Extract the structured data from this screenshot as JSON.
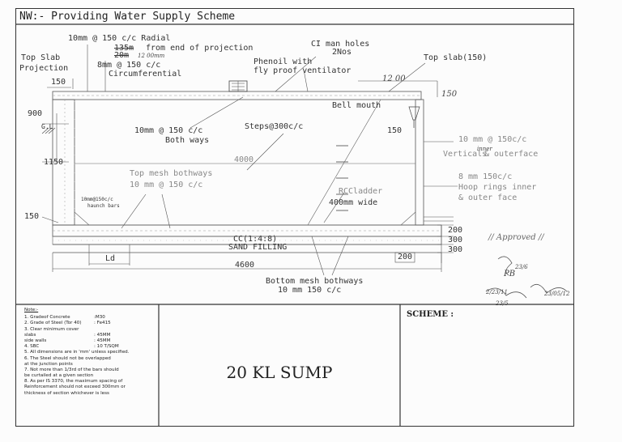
{
  "title": "NW:- Providing Water Supply Scheme",
  "labels": {
    "radial": "10mm @ 150 c/c Radial",
    "from_end": "from end of projection",
    "strike1": "135m",
    "strike2": "20m",
    "hand_12": "12 00mm",
    "circ1": "8mm @ 150 c/c",
    "circ2": "Circumferential",
    "top_slab_proj1": "Top Slab",
    "top_slab_proj2": "Projection",
    "dim150_top": "150",
    "ci_manholes1": "CI man holes",
    "ci_manholes2": "2Nos",
    "phenoil1": "Phenoil with",
    "phenoil2": "fly proof ventilator",
    "top_slab150": "Top slab(150)",
    "dim_1200": "12 00",
    "dim_150_right": "150",
    "bellmouth": "Bell mouth",
    "dim900": "900",
    "gl": "G.L",
    "bothways_label1": "10mm @ 150 c/c",
    "bothways_label2": "Both ways",
    "steps": "Steps@300c/c",
    "dim150_inner": "150",
    "vert1": "10 mm @ 150c/c",
    "vert2": "Verticals",
    "vert_hand": "inner",
    "vert3": "& outerface",
    "dim4000": "4000",
    "dim1150": "1150",
    "topmesh1": "Top mesh bothways",
    "topmesh2": "10 mm @ 150 c/c",
    "hoop1": "8 mm 150c/c",
    "hoop2": "Hoop rings inner",
    "hoop3": "& outer face",
    "rccladder1": "RCCladder",
    "rccladder2": "400mm wide",
    "haunch1": "10mm@150c/c",
    "haunch2": "haunch bars",
    "dim150_left": "150",
    "cc": "CC(1:4:8)",
    "sand": "SAND FILLING",
    "dim200_r": "200",
    "dim300_a": "300",
    "dim300_b": "300",
    "approved": "// Approved //",
    "ld": "Ld",
    "dim4600": "4600",
    "dim200_b": "200",
    "bottommesh1": "Bottom mesh bothways",
    "bottommesh2": "10 mm 150 c/c",
    "sig_pb": "PB",
    "sig_date1": "23/6",
    "sig_date2": "23/5",
    "sig_date3": "2/23/11",
    "sig_date4": "23/05/12"
  },
  "notes": {
    "heading": "Note:-",
    "items": [
      {
        "k": "1.  Gradeof Concrete",
        "v": ":M30"
      },
      {
        "k": "2.  Grade of Steel (Tor 40)",
        "v": ": Fe415"
      },
      {
        "k": "3.  Clear minimum cover",
        "v": ""
      },
      {
        "k": "       slabs",
        "v": ": 45MM"
      },
      {
        "k": "       side walls",
        "v": ": 45MM"
      },
      {
        "k": "4.  SBC",
        "v": ": 10 T/SQM"
      },
      {
        "k": "5.  All dimensions are in 'mm' unless specified.",
        "v": ""
      },
      {
        "k": "6.  The Steel should not be overlapped",
        "v": ""
      },
      {
        "k": "     at the junction points",
        "v": ""
      },
      {
        "k": "7.  Not more than 1/3rd of the bars should",
        "v": ""
      },
      {
        "k": "     be curtailed at a given section",
        "v": ""
      },
      {
        "k": "8.  As per IS 3370, the maximum spacing of",
        "v": ""
      },
      {
        "k": "     Reinforcement  should not exceed 300mm or",
        "v": ""
      },
      {
        "k": "     thickness of section whichever is less",
        "v": ""
      }
    ]
  },
  "sump_title": "20 KL SUMP",
  "scheme_label": "SCHEME :"
}
